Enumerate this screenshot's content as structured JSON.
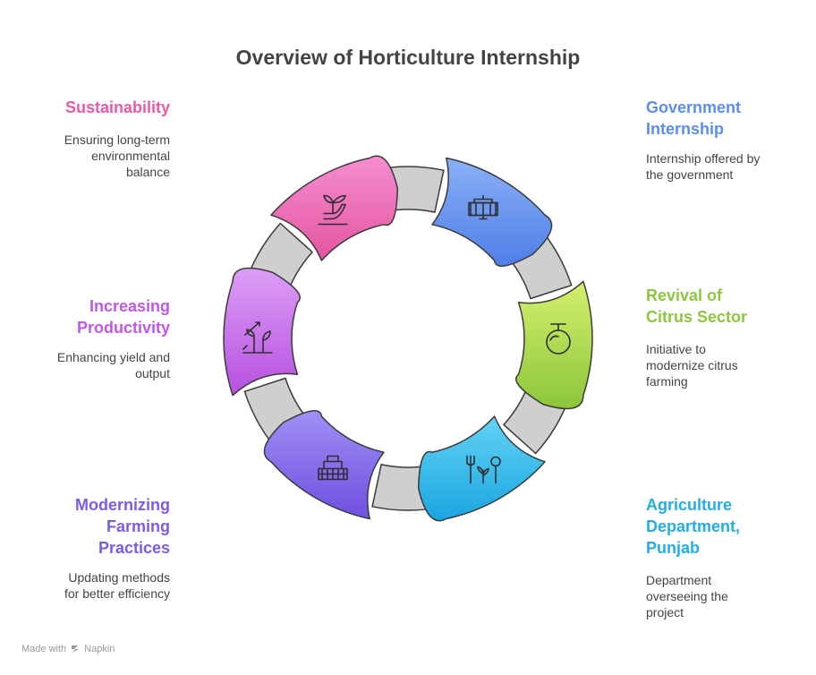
{
  "title": "Overview of Horticulture Internship",
  "items": [
    {
      "label": "Government\nInternship",
      "description": "Internship offered by\nthe government",
      "color": "#5b8def",
      "icon": "government-building-icon"
    },
    {
      "label": "Revival of\nCitrus Sector",
      "description": "Initiative to\nmodernize citrus\nfarming",
      "color": "#8dc63f",
      "icon": "citrus-fruit-icon"
    },
    {
      "label": "Agriculture\nDepartment,\nPunjab",
      "description": "Department\noverseeing the\nproject",
      "color": "#22aee3",
      "icon": "plants-tools-icon"
    },
    {
      "label": "Modernizing\nFarming\nPractices",
      "description": "Updating methods\nfor better efficiency",
      "color": "#7b5be8",
      "icon": "harvester-icon"
    },
    {
      "label": "Increasing\nProductivity",
      "description": "Enhancing yield and\noutput",
      "color": "#bf58e6",
      "icon": "growth-plant-icon"
    },
    {
      "label": "Sustainability",
      "description": "Ensuring long-term\nenvironmental\nbalance",
      "color": "#e85aa8",
      "icon": "hand-plant-icon"
    }
  ],
  "footer": {
    "made_with": "Made with",
    "brand": "Napkin"
  }
}
